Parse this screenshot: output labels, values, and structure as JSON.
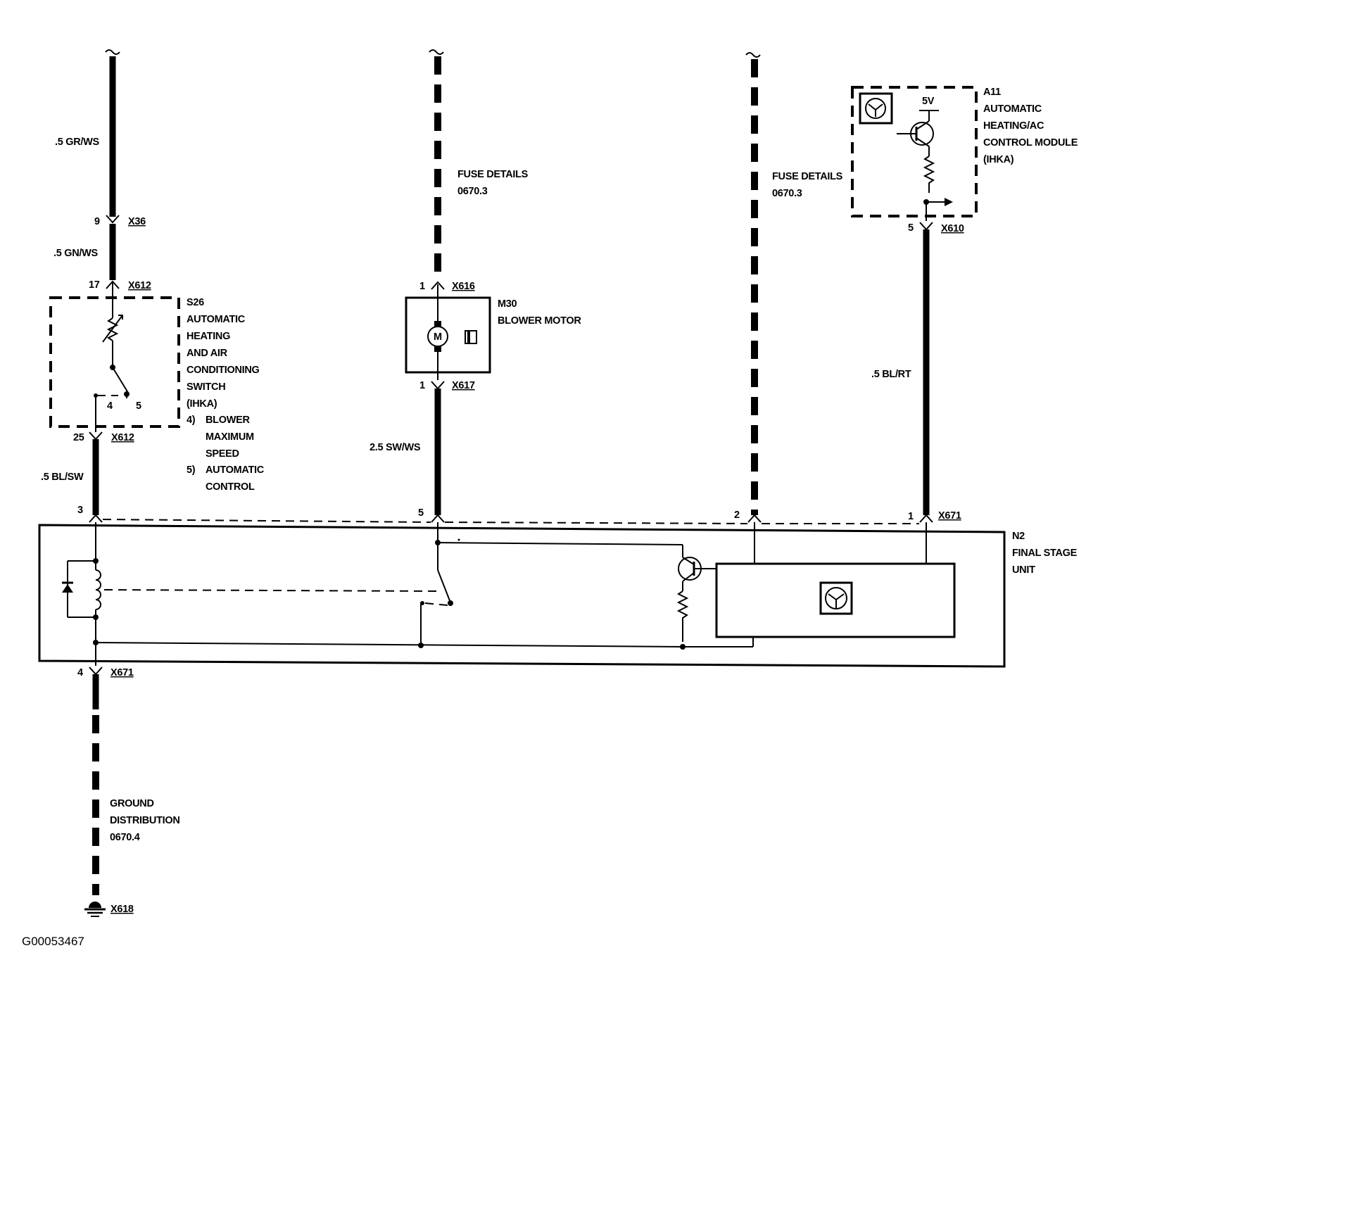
{
  "wires": {
    "w1": ".5 GR/WS",
    "w2": ".5 GN/WS",
    "w3": ".5 BL/SW",
    "w4": "2.5 SW/WS",
    "w5": ".5 BL/RT"
  },
  "connectors": {
    "x36_pin": "9",
    "x36": "X36",
    "x612a_pin": "17",
    "x612a": "X612",
    "x612b_pin": "25",
    "x612b": "X612",
    "x616_pin": "1",
    "x616": "X616",
    "x617_pin": "1",
    "x617": "X617",
    "x610_pin": "5",
    "x610": "X610",
    "x671_pin3": "3",
    "x671_pin5": "5",
    "x671_pin2": "2",
    "x671_pin1": "1",
    "x671_top": "X671",
    "x671_pin4": "4",
    "x671_bottom": "X671",
    "x618": "X618"
  },
  "switch_s26": {
    "id": "S26",
    "lines": [
      "AUTOMATIC",
      "HEATING",
      "AND AIR",
      "CONDITIONING",
      "SWITCH",
      "(IHKA)"
    ],
    "notes": [
      {
        "num": "4)",
        "lines": [
          "BLOWER",
          "MAXIMUM",
          "SPEED"
        ]
      },
      {
        "num": "5)",
        "lines": [
          "AUTOMATIC",
          "CONTROL"
        ]
      }
    ],
    "contact_4": "4",
    "contact_5": "5"
  },
  "motor_m30": {
    "id": "M30",
    "name": "BLOWER MOTOR",
    "symbol": "M"
  },
  "fuse1": {
    "title": "FUSE DETAILS",
    "ref": "0670.3"
  },
  "fuse2": {
    "title": "FUSE DETAILS",
    "ref": "0670.3"
  },
  "module_a11": {
    "id": "A11",
    "lines": [
      "AUTOMATIC",
      "HEATING/AC",
      "CONTROL MODULE",
      "(IHKA)"
    ],
    "voltage": "5V"
  },
  "unit_n2": {
    "id": "N2",
    "lines": [
      "FINAL STAGE",
      "UNIT"
    ]
  },
  "ground": {
    "lines": [
      "GROUND",
      "DISTRIBUTION",
      "0670.4"
    ]
  },
  "figure_id": "G00053467",
  "icons": [
    "microprocessor-icon",
    "transistor-icon",
    "resistor-icon",
    "ground-icon",
    "motor-icon",
    "relay-coil-icon",
    "diode-icon",
    "switch-icon"
  ]
}
